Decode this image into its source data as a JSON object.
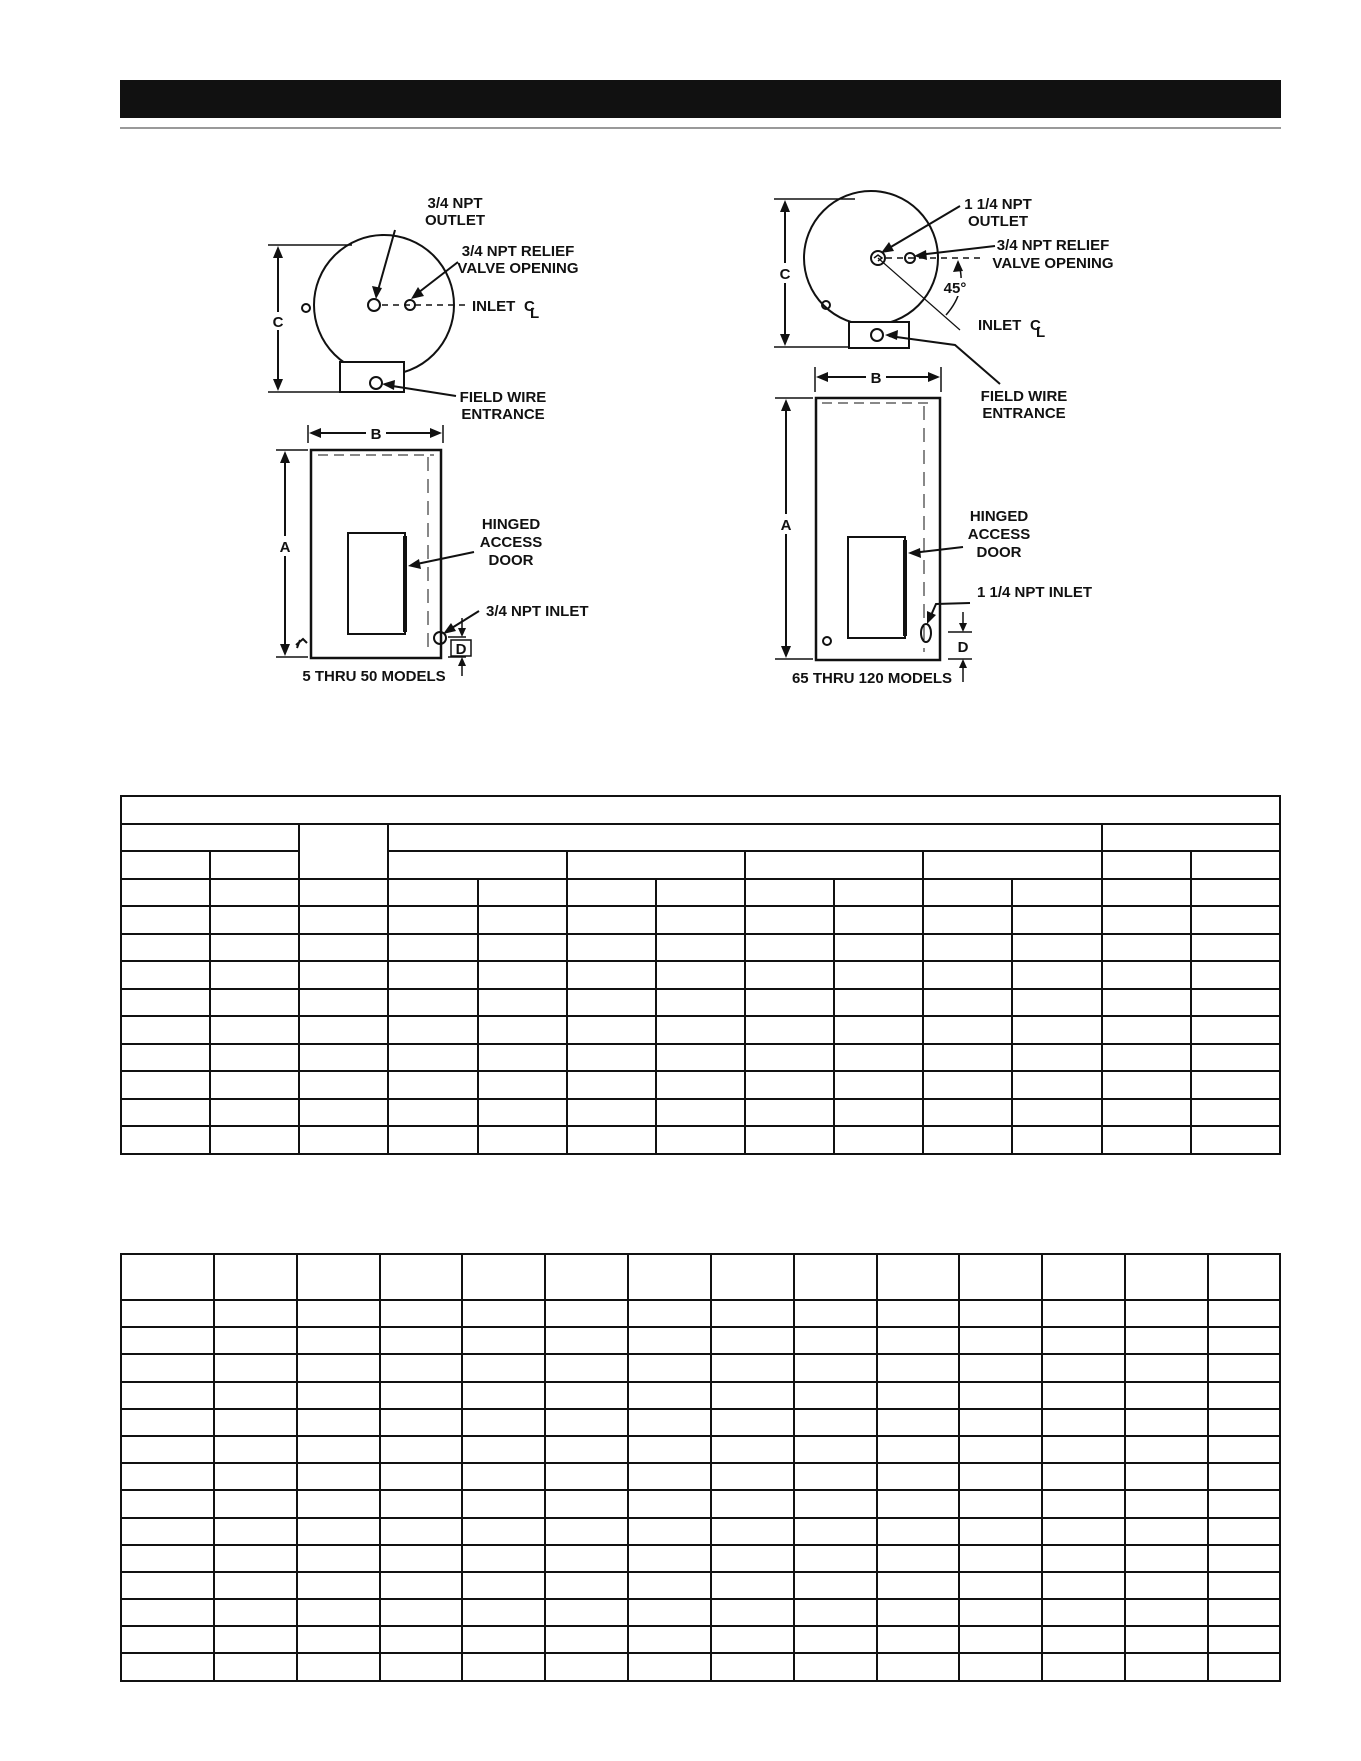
{
  "left_diagram": {
    "outlet_label": [
      "3/4 NPT",
      "OUTLET"
    ],
    "relief_label": [
      "3/4 NPT RELIEF",
      "VALVE OPENING"
    ],
    "inlet_cl_label": "INLET",
    "cl_symbol": "C",
    "cl_sub": "L",
    "field_wire_label": [
      "FIELD WIRE",
      "ENTRANCE"
    ],
    "hinged_label": [
      "HINGED",
      "ACCESS",
      "DOOR"
    ],
    "npt_inlet_label": "3/4 NPT INLET",
    "dim_a": "A",
    "dim_b": "B",
    "dim_c": "C",
    "dim_d": "D",
    "caption": "5 THRU 50 MODELS"
  },
  "right_diagram": {
    "outlet_label": [
      "1 1/4 NPT",
      "OUTLET"
    ],
    "relief_label": [
      "3/4 NPT RELIEF",
      "VALVE OPENING"
    ],
    "angle_label": "45°",
    "inlet_cl_label": "INLET",
    "cl_symbol": "C",
    "cl_sub": "L",
    "field_wire_label": [
      "FIELD WIRE",
      "ENTRANCE"
    ],
    "hinged_label": [
      "HINGED",
      "ACCESS",
      "DOOR"
    ],
    "npt_inlet_label": "1 1/4 NPT INLET",
    "dim_a": "A",
    "dim_b": "B",
    "dim_c": "C",
    "dim_d": "D",
    "caption": "65 THRU 120 MODELS"
  },
  "tables": {
    "dimensions_table": {
      "body_rows": 10,
      "body_columns": 13
    },
    "ratings_table": {
      "body_rows": 14,
      "columns": 14
    }
  }
}
